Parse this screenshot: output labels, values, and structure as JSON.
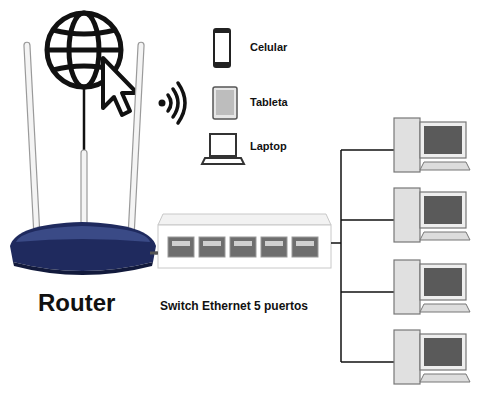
{
  "diagram": {
    "nodes": [
      {
        "text": [
          "Router"
        ]
      },
      {
        "text": [
          "Switch Ethernet 5 puertos"
        ]
      }
    ],
    "edges": [
      {
        "from": 0,
        "to": 1,
        "arrow": "none"
      }
    ],
    "labels": [
      "Celular",
      "Tableta",
      "Laptop"
    ]
  }
}
